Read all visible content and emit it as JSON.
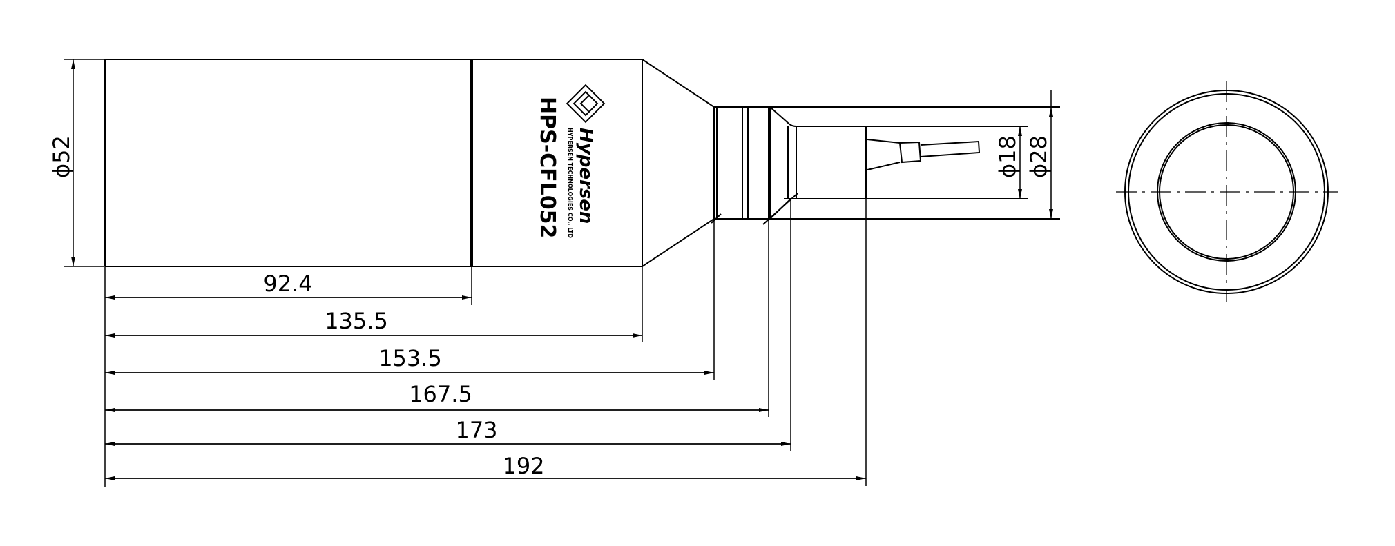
{
  "product": {
    "model": "HPS-CFL052",
    "brand_logo": "Hypersen",
    "brand_subtitle": "HYPERSEN TECHNOLOGIES CO., LTD"
  },
  "dimensions": {
    "diameter_body": "ϕ52",
    "diameter_outer_tip": "ϕ28",
    "diameter_inner_tip": "ϕ18",
    "lengths": [
      "92.4",
      "135.5",
      "153.5",
      "167.5",
      "173",
      "192"
    ]
  }
}
